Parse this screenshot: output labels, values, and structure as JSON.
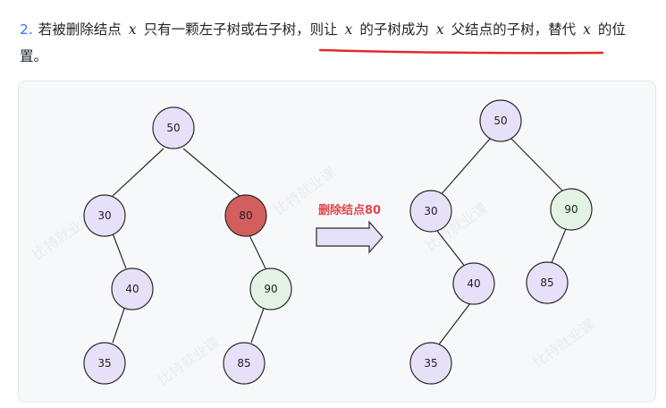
{
  "paragraph": {
    "number": "2.",
    "part1": "若被删除结点",
    "var": "x",
    "part2": "只有一颗左子树或右子树，",
    "part3": "则让",
    "part4": "的子树成为",
    "part5": "父结点的子树，替代",
    "part6": "的位",
    "part7": "置。"
  },
  "arrow_label": "删除结点80",
  "colors": {
    "node_default": "#e6e1f8",
    "node_deleted": "#d35e5e",
    "node_moved": "#e2f3e4",
    "stroke": "#2a2a2a",
    "accent_red": "#e0474d",
    "underline": "#e22b2b"
  },
  "left_tree": {
    "nodes": [
      {
        "id": "n50",
        "label": "50",
        "type": "default"
      },
      {
        "id": "n30",
        "label": "30",
        "type": "default"
      },
      {
        "id": "n80",
        "label": "80",
        "type": "deleted"
      },
      {
        "id": "n40",
        "label": "40",
        "type": "default"
      },
      {
        "id": "n90",
        "label": "90",
        "type": "moved"
      },
      {
        "id": "n35",
        "label": "35",
        "type": "default"
      },
      {
        "id": "n85",
        "label": "85",
        "type": "default"
      }
    ]
  },
  "right_tree": {
    "nodes": [
      {
        "id": "m50",
        "label": "50",
        "type": "default"
      },
      {
        "id": "m30",
        "label": "30",
        "type": "default"
      },
      {
        "id": "m90",
        "label": "90",
        "type": "moved"
      },
      {
        "id": "m40",
        "label": "40",
        "type": "default"
      },
      {
        "id": "m85",
        "label": "85",
        "type": "default"
      },
      {
        "id": "m35",
        "label": "35",
        "type": "default"
      }
    ]
  }
}
